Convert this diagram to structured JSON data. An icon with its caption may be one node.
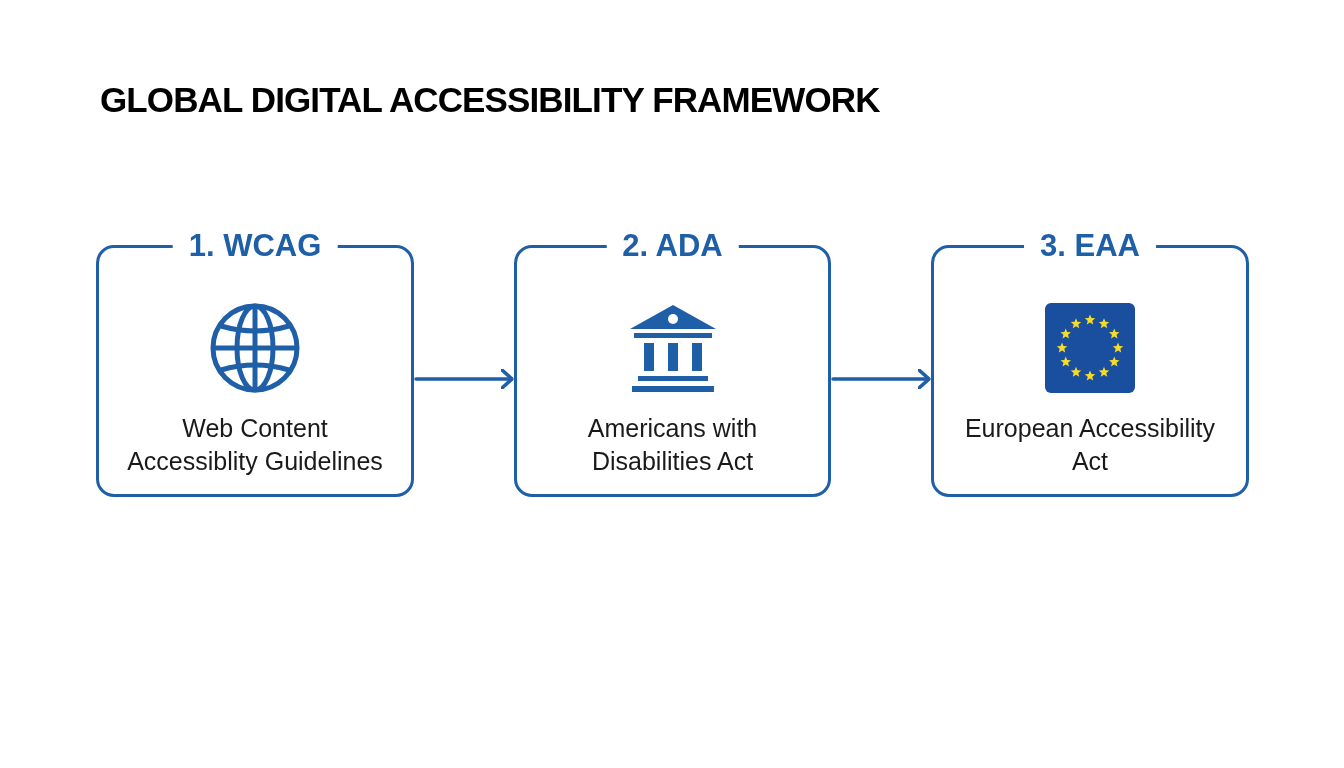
{
  "diagram": {
    "title": "GLOBAL DIGITAL ACCESSIBILITY FRAMEWORK",
    "nodes": [
      {
        "text": [
          "1. WCAG",
          "Web Content Accessiblity Guidelines"
        ]
      },
      {
        "text": [
          "2. ADA",
          "Americans with Disabilities Act"
        ]
      },
      {
        "text": [
          "3. EAA",
          "European Accessibility Act"
        ]
      }
    ],
    "edges": [
      {
        "from": 0,
        "to": 1,
        "arrow": "to"
      },
      {
        "from": 1,
        "to": 2,
        "arrow": "to"
      }
    ]
  }
}
